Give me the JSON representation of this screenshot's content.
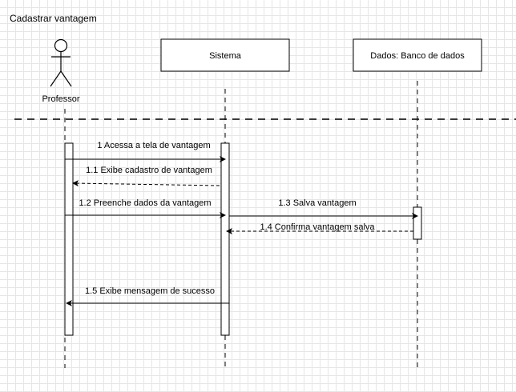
{
  "diagram": {
    "title": "Cadastrar vantagem",
    "actor": {
      "label": "Professor"
    },
    "participants": {
      "sistema": "Sistema",
      "dados": "Dados: Banco de dados"
    },
    "messages": [
      {
        "id": "m1",
        "label": "1 Acessa a tela de vantagem",
        "style": "solid"
      },
      {
        "id": "m2",
        "label": "1.1 Exibe cadastro de vantagem",
        "style": "dashed"
      },
      {
        "id": "m3",
        "label": "1.2 Preenche dados da vantagem",
        "style": "solid"
      },
      {
        "id": "m4",
        "label": "1.3 Salva vantagem",
        "style": "solid"
      },
      {
        "id": "m5",
        "label": "1.4 Confirma vantagem salva",
        "style": "dashed"
      },
      {
        "id": "m6",
        "label": "1.5 Exibe mensagem de sucesso",
        "style": "solid"
      }
    ],
    "colors": {
      "line": "#000000",
      "box_fill": "#ffffff",
      "grid": "#e6e6e6"
    }
  }
}
